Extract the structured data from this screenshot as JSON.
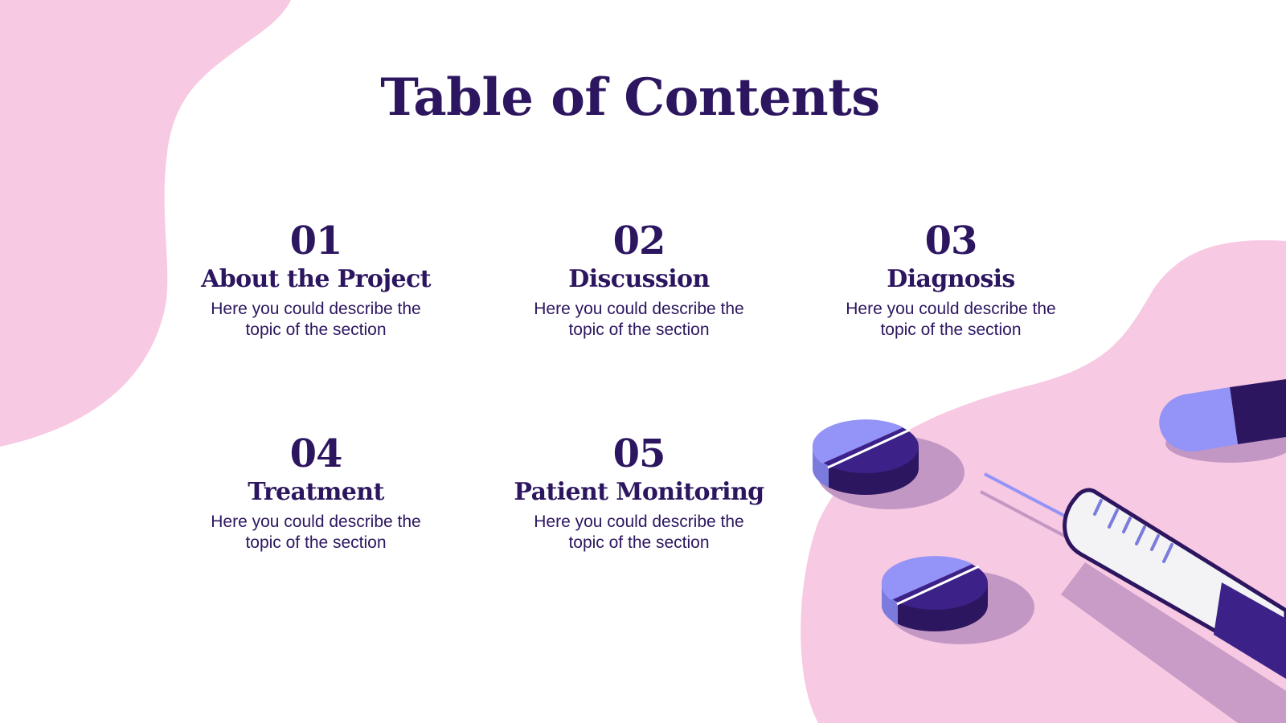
{
  "slide": {
    "title": "Table of Contents"
  },
  "sections": [
    {
      "number": "01",
      "title": "About the Project",
      "description": "Here you could describe the topic of the section"
    },
    {
      "number": "02",
      "title": "Discussion",
      "description": "Here you could describe the topic of the section"
    },
    {
      "number": "03",
      "title": "Diagnosis",
      "description": "Here you could describe the topic of the section"
    },
    {
      "number": "04",
      "title": "Treatment",
      "description": "Here you could describe the topic of the section"
    },
    {
      "number": "05",
      "title": "Patient Monitoring",
      "description": "Here you could describe the topic of the section"
    }
  ],
  "colors": {
    "primary_text": "#2d1660",
    "blob_pink": "#f7c9e2",
    "pill_light": "#9393f8",
    "pill_dark": "#3c2188",
    "shadow": "#c297c4"
  },
  "illustration": {
    "icons": [
      "pill-tablet-icon",
      "capsule-icon",
      "syringe-icon"
    ]
  }
}
